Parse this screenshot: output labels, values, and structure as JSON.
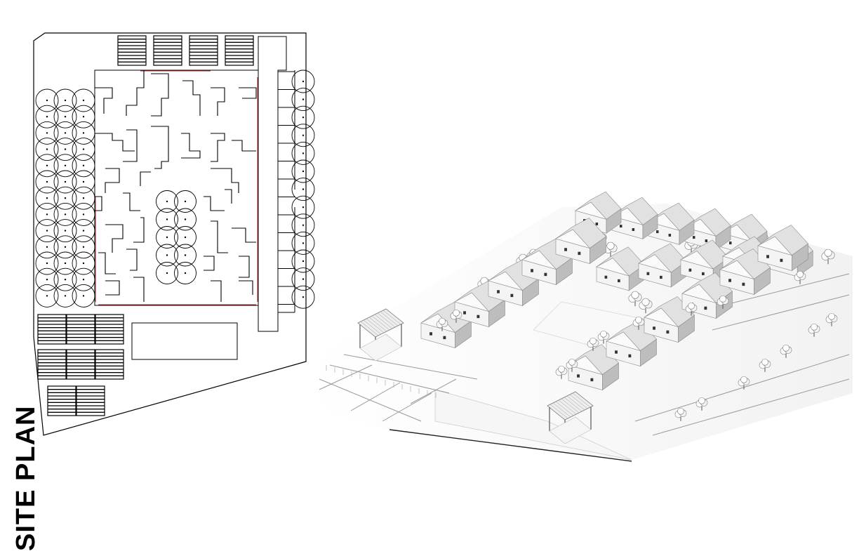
{
  "sheet": {
    "title": "SITE PLAN"
  },
  "colors": {
    "line": "#000000",
    "boundary_red": "#b03030",
    "render_light": "#f4f4f4",
    "render_mid": "#e1e1e1",
    "render_shadow": "#bdbdbd",
    "render_dark": "#8c8c8c"
  },
  "plan": {
    "tree_grid_left": {
      "columns": 3,
      "rows": 13
    },
    "tree_column_right": {
      "count": 13
    },
    "tree_cluster_center": {
      "columns": 2,
      "rows": 5
    },
    "parking_top": {
      "count": 4,
      "stripes": 9
    },
    "parking_bottom_rows": [
      3,
      3,
      2
    ]
  },
  "render": {
    "row_north_houses": 5,
    "row_mid_houses": 5,
    "row_south_houses": 6,
    "pavilions": 2
  }
}
